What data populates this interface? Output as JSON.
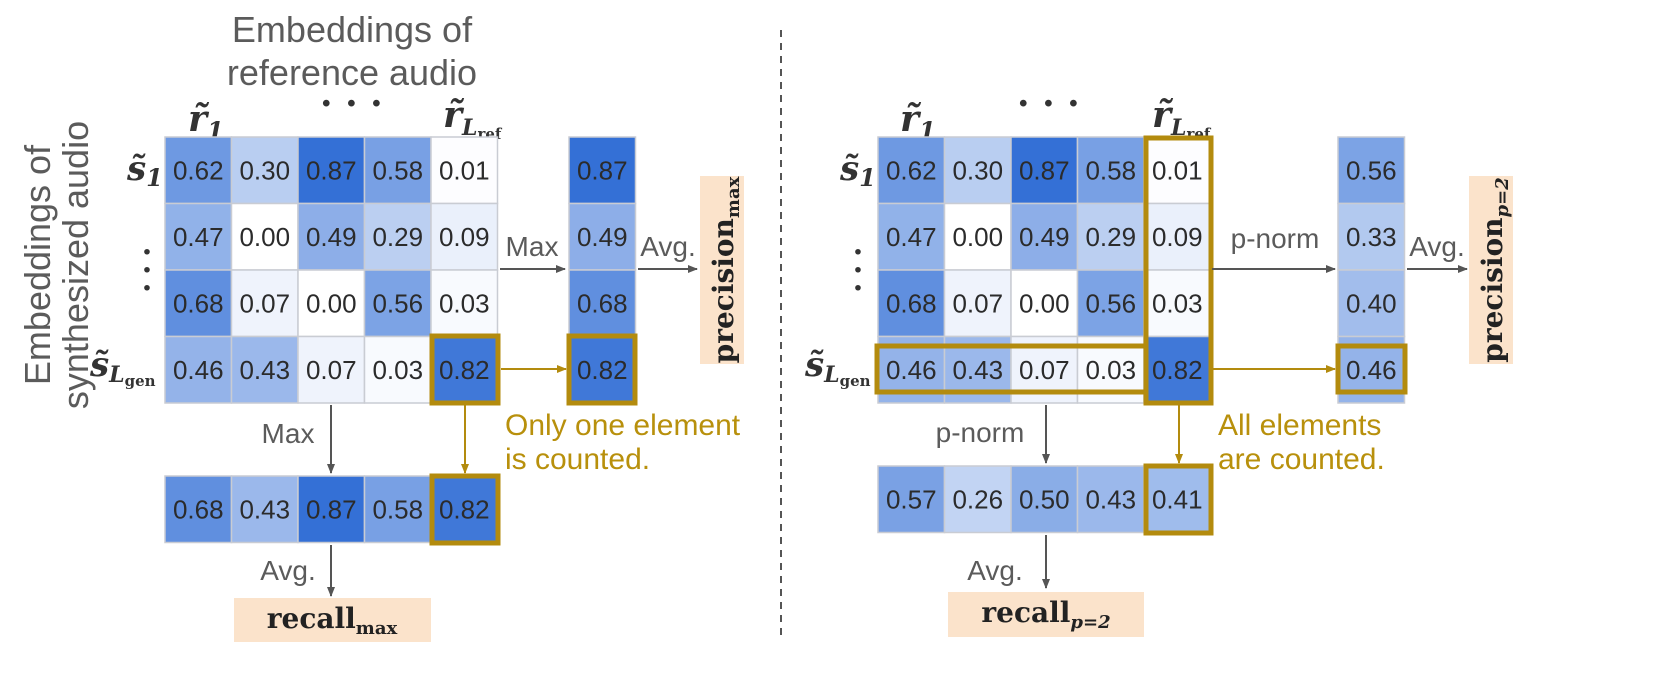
{
  "colors": {
    "gold": "#b38b0e",
    "arrow": "#555555",
    "label_bg": "#fbe3cb",
    "grid": "#c9ccd3"
  },
  "left": {
    "col_header": [
      "Embeddings of",
      "reference audio"
    ],
    "row_header": [
      "Embeddings of",
      "synthesized audio"
    ],
    "r_first": "r̃",
    "r_first_sub": "1",
    "r_last": "r̃",
    "r_last_sub": "L",
    "r_last_subsub": "ref",
    "s_first": "s̃",
    "s_first_sub": "1",
    "s_last": "s̃",
    "s_last_sub": "L",
    "s_last_subsub": "gen",
    "col_dots": "· · ·",
    "row_dots": [
      "·",
      "·",
      "·"
    ],
    "matrix": [
      [
        "0.62",
        "0.30",
        "0.87",
        "0.58",
        "0.01"
      ],
      [
        "0.47",
        "0.00",
        "0.49",
        "0.29",
        "0.09"
      ],
      [
        "0.68",
        "0.07",
        "0.00",
        "0.56",
        "0.03"
      ],
      [
        "0.46",
        "0.43",
        "0.07",
        "0.03",
        "0.82"
      ]
    ],
    "row_op": "Max",
    "row_result": [
      "0.87",
      "0.49",
      "0.68",
      "0.82"
    ],
    "row_avg": "Avg.",
    "precision_label": "precision",
    "precision_sub": "max",
    "col_op": "Max",
    "col_result": [
      "0.68",
      "0.43",
      "0.87",
      "0.58",
      "0.82"
    ],
    "col_avg": "Avg.",
    "recall_label": "recall",
    "recall_sub": "max",
    "note": [
      "Only one element",
      "is counted."
    ]
  },
  "right": {
    "r_first": "r̃",
    "r_first_sub": "1",
    "r_last": "r̃",
    "r_last_sub": "L",
    "r_last_subsub": "ref",
    "s_first": "s̃",
    "s_first_sub": "1",
    "s_last": "s̃",
    "s_last_sub": "L",
    "s_last_subsub": "gen",
    "col_dots": "· · ·",
    "row_dots": [
      "·",
      "·",
      "·"
    ],
    "matrix": [
      [
        "0.62",
        "0.30",
        "0.87",
        "0.58",
        "0.01"
      ],
      [
        "0.47",
        "0.00",
        "0.49",
        "0.29",
        "0.09"
      ],
      [
        "0.68",
        "0.07",
        "0.00",
        "0.56",
        "0.03"
      ],
      [
        "0.46",
        "0.43",
        "0.07",
        "0.03",
        "0.82"
      ]
    ],
    "row_op": "p-norm",
    "row_result": [
      "0.56",
      "0.33",
      "0.40",
      "0.46"
    ],
    "row_avg": "Avg.",
    "precision_label": "precision",
    "precision_sub": "p=2",
    "col_op": "p-norm",
    "col_result": [
      "0.57",
      "0.26",
      "0.50",
      "0.43",
      "0.41"
    ],
    "col_avg": "Avg.",
    "recall_label": "recall",
    "recall_sub": "p=2",
    "note": [
      "All elements",
      "are counted."
    ]
  }
}
